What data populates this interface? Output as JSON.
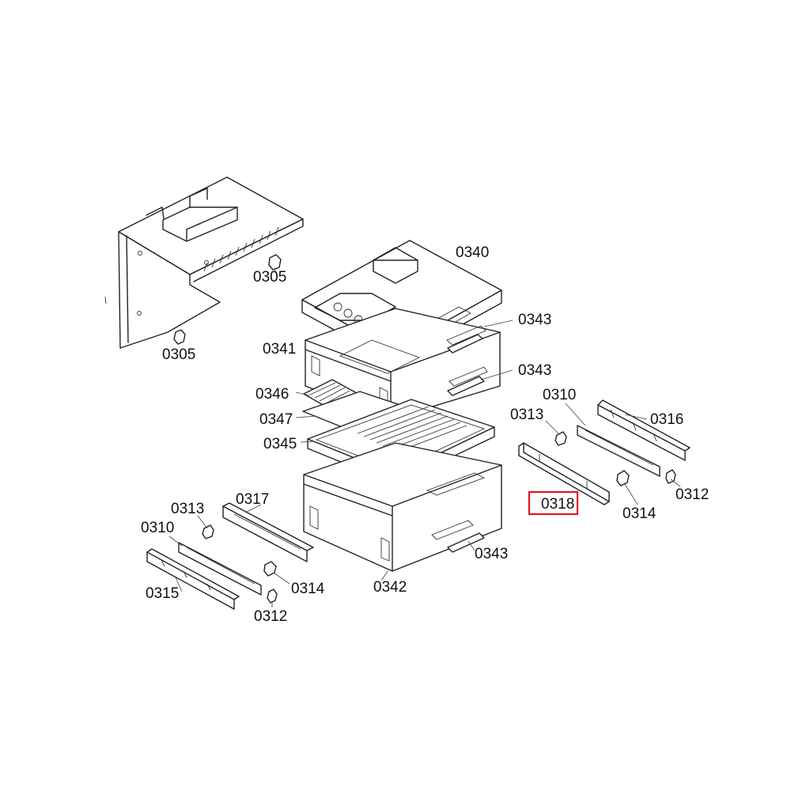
{
  "labels": {
    "l0305a": "0305",
    "l0305b": "0305",
    "l0340": "0340",
    "l0343a": "0343",
    "l0341": "0341",
    "l0343b": "0343",
    "l0346": "0346",
    "l0347": "0347",
    "l0345": "0345",
    "l0310r": "0310",
    "l0313r": "0313",
    "l0316": "0316",
    "l0312r": "0312",
    "l0318": "0318",
    "l0314r": "0314",
    "l0343c": "0343",
    "l0342": "0342",
    "l0313l": "0313",
    "l0317": "0317",
    "l0310l": "0310",
    "l0314l": "0314",
    "l0315": "0315",
    "l0312l": "0312"
  },
  "highlight_color": "#e0161b"
}
